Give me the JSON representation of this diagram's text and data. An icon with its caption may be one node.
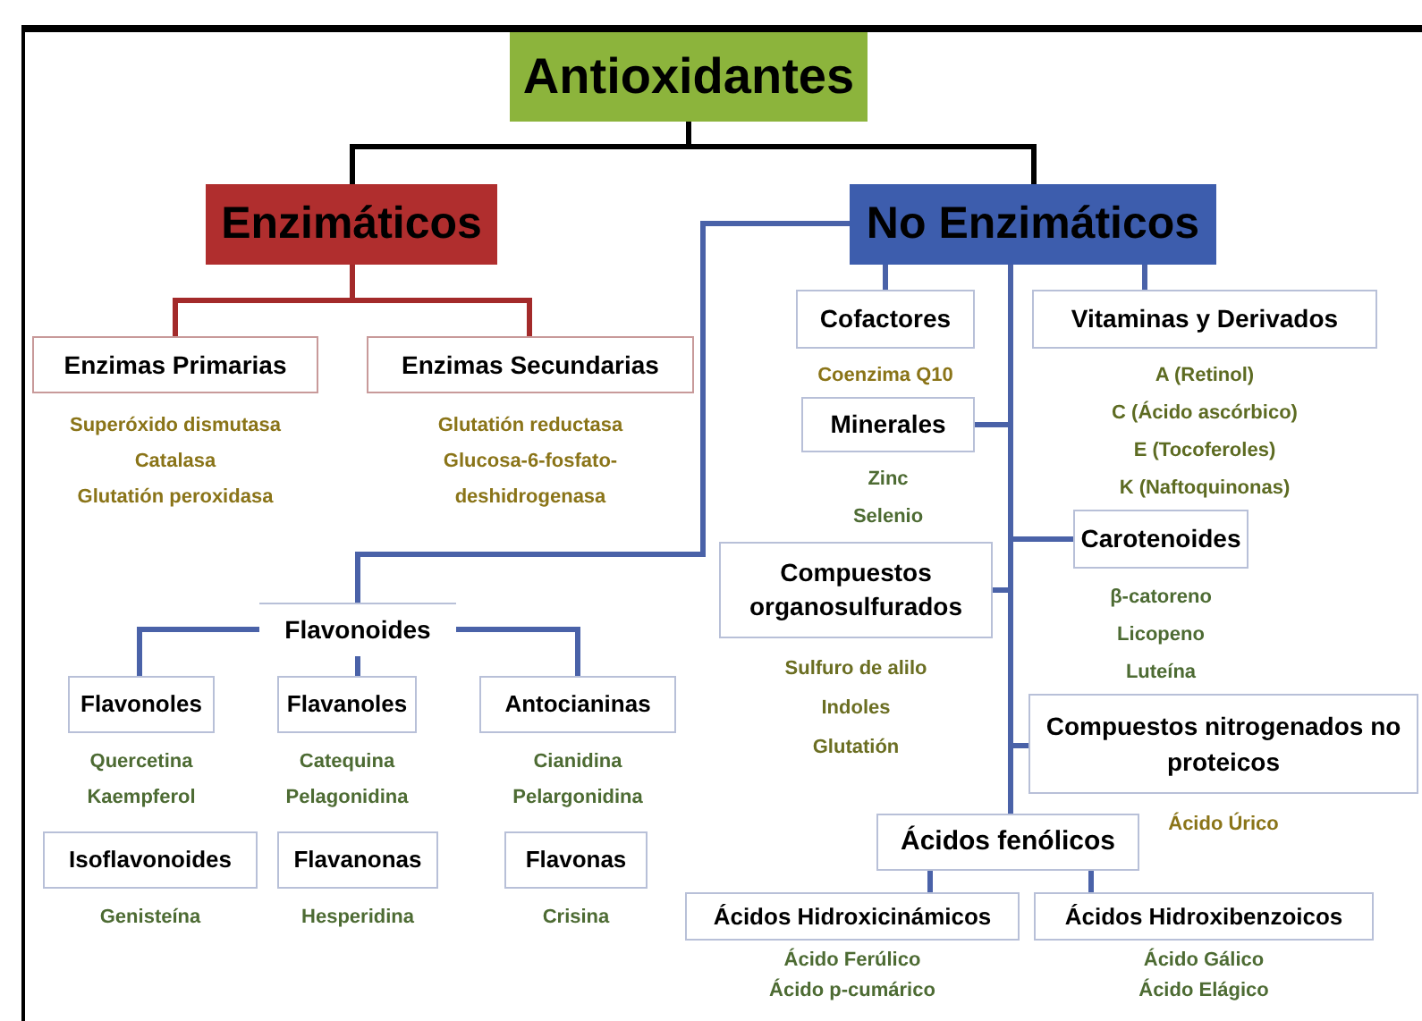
{
  "diagram": {
    "nodes": [
      {
        "text": [
          "Antioxidantes"
        ]
      },
      {
        "text": [
          "Enzimáticos"
        ]
      },
      {
        "text": [
          "No Enzimáticos"
        ]
      },
      {
        "text": [
          "Enzimas Primarias"
        ],
        "beside": [
          "Superóxido dismutasa",
          "Catalasa",
          "Glutatión peroxidasa"
        ]
      },
      {
        "text": [
          "Enzimas Secundarias"
        ],
        "beside": [
          "Glutatión reductasa",
          "Glucosa-6-fosfato-deshidrogenasa"
        ]
      },
      {
        "text": [
          "Cofactores"
        ],
        "beside": [
          "Coenzima Q10"
        ]
      },
      {
        "text": [
          "Vitaminas y Derivados"
        ],
        "beside": [
          "A (Retinol)",
          "C (Ácido ascórbico)",
          "E (Tocoferoles)",
          "K (Naftoquinonas)"
        ]
      },
      {
        "text": [
          "Minerales"
        ],
        "beside": [
          "Zinc",
          "Selenio"
        ]
      },
      {
        "text": [
          "Carotenoides"
        ],
        "beside": [
          "β-catoreno",
          "Licopeno",
          "Luteína"
        ]
      },
      {
        "text": [
          "Compuestos organosulfurados"
        ],
        "beside": [
          "Sulfuro de alilo",
          "Indoles",
          "Glutatión"
        ]
      },
      {
        "text": [
          "Compuestos nitrogenados no proteicos"
        ],
        "beside": [
          "Ácido Úrico"
        ]
      },
      {
        "text": [
          "Ácidos fenólicos"
        ]
      },
      {
        "text": [
          "Ácidos Hidroxicinámicos"
        ],
        "beside": [
          "Ácido Ferúlico",
          "Ácido p-cumárico"
        ]
      },
      {
        "text": [
          "Ácidos Hidroxibenzoicos"
        ],
        "beside": [
          "Ácido Gálico",
          "Ácido Elágico"
        ]
      },
      {
        "text": [
          "Flavonoides"
        ]
      },
      {
        "text": [
          "Flavonoles"
        ],
        "beside": [
          "Quercetina",
          "Kaempferol"
        ]
      },
      {
        "text": [
          "Flavanoles"
        ],
        "beside": [
          "Catequina",
          "Pelagonidina"
        ]
      },
      {
        "text": [
          "Antocianinas"
        ],
        "beside": [
          "Cianidina",
          "Pelargonidina"
        ]
      },
      {
        "text": [
          "Isoflavonoides"
        ],
        "beside": [
          "Genisteína"
        ]
      },
      {
        "text": [
          "Flavanonas"
        ],
        "beside": [
          "Hesperidina"
        ]
      },
      {
        "text": [
          "Flavonas"
        ],
        "beside": [
          "Crisina"
        ]
      }
    ],
    "edges": [
      {
        "from": 0,
        "to": 1,
        "arrow": "none",
        "color": "#000000"
      },
      {
        "from": 0,
        "to": 2,
        "arrow": "none",
        "color": "#000000"
      },
      {
        "from": 1,
        "to": 3,
        "arrow": "none",
        "color": "#a32a2a"
      },
      {
        "from": 1,
        "to": 4,
        "arrow": "none",
        "color": "#a32a2a"
      },
      {
        "from": 2,
        "to": 5,
        "arrow": "none"
      },
      {
        "from": 2,
        "to": 6,
        "arrow": "none"
      },
      {
        "from": 2,
        "to": 7,
        "arrow": "none"
      },
      {
        "from": 2,
        "to": 8,
        "arrow": "none"
      },
      {
        "from": 2,
        "to": 9,
        "arrow": "none"
      },
      {
        "from": 2,
        "to": 10,
        "arrow": "none"
      },
      {
        "from": 2,
        "to": 11,
        "arrow": "none"
      },
      {
        "from": 2,
        "to": 14,
        "arrow": "none"
      },
      {
        "from": 11,
        "to": 12,
        "arrow": "none"
      },
      {
        "from": 11,
        "to": 13,
        "arrow": "none"
      },
      {
        "from": 14,
        "to": 15,
        "arrow": "none"
      },
      {
        "from": 14,
        "to": 16,
        "arrow": "none"
      },
      {
        "from": 14,
        "to": 17,
        "arrow": "none"
      }
    ]
  }
}
